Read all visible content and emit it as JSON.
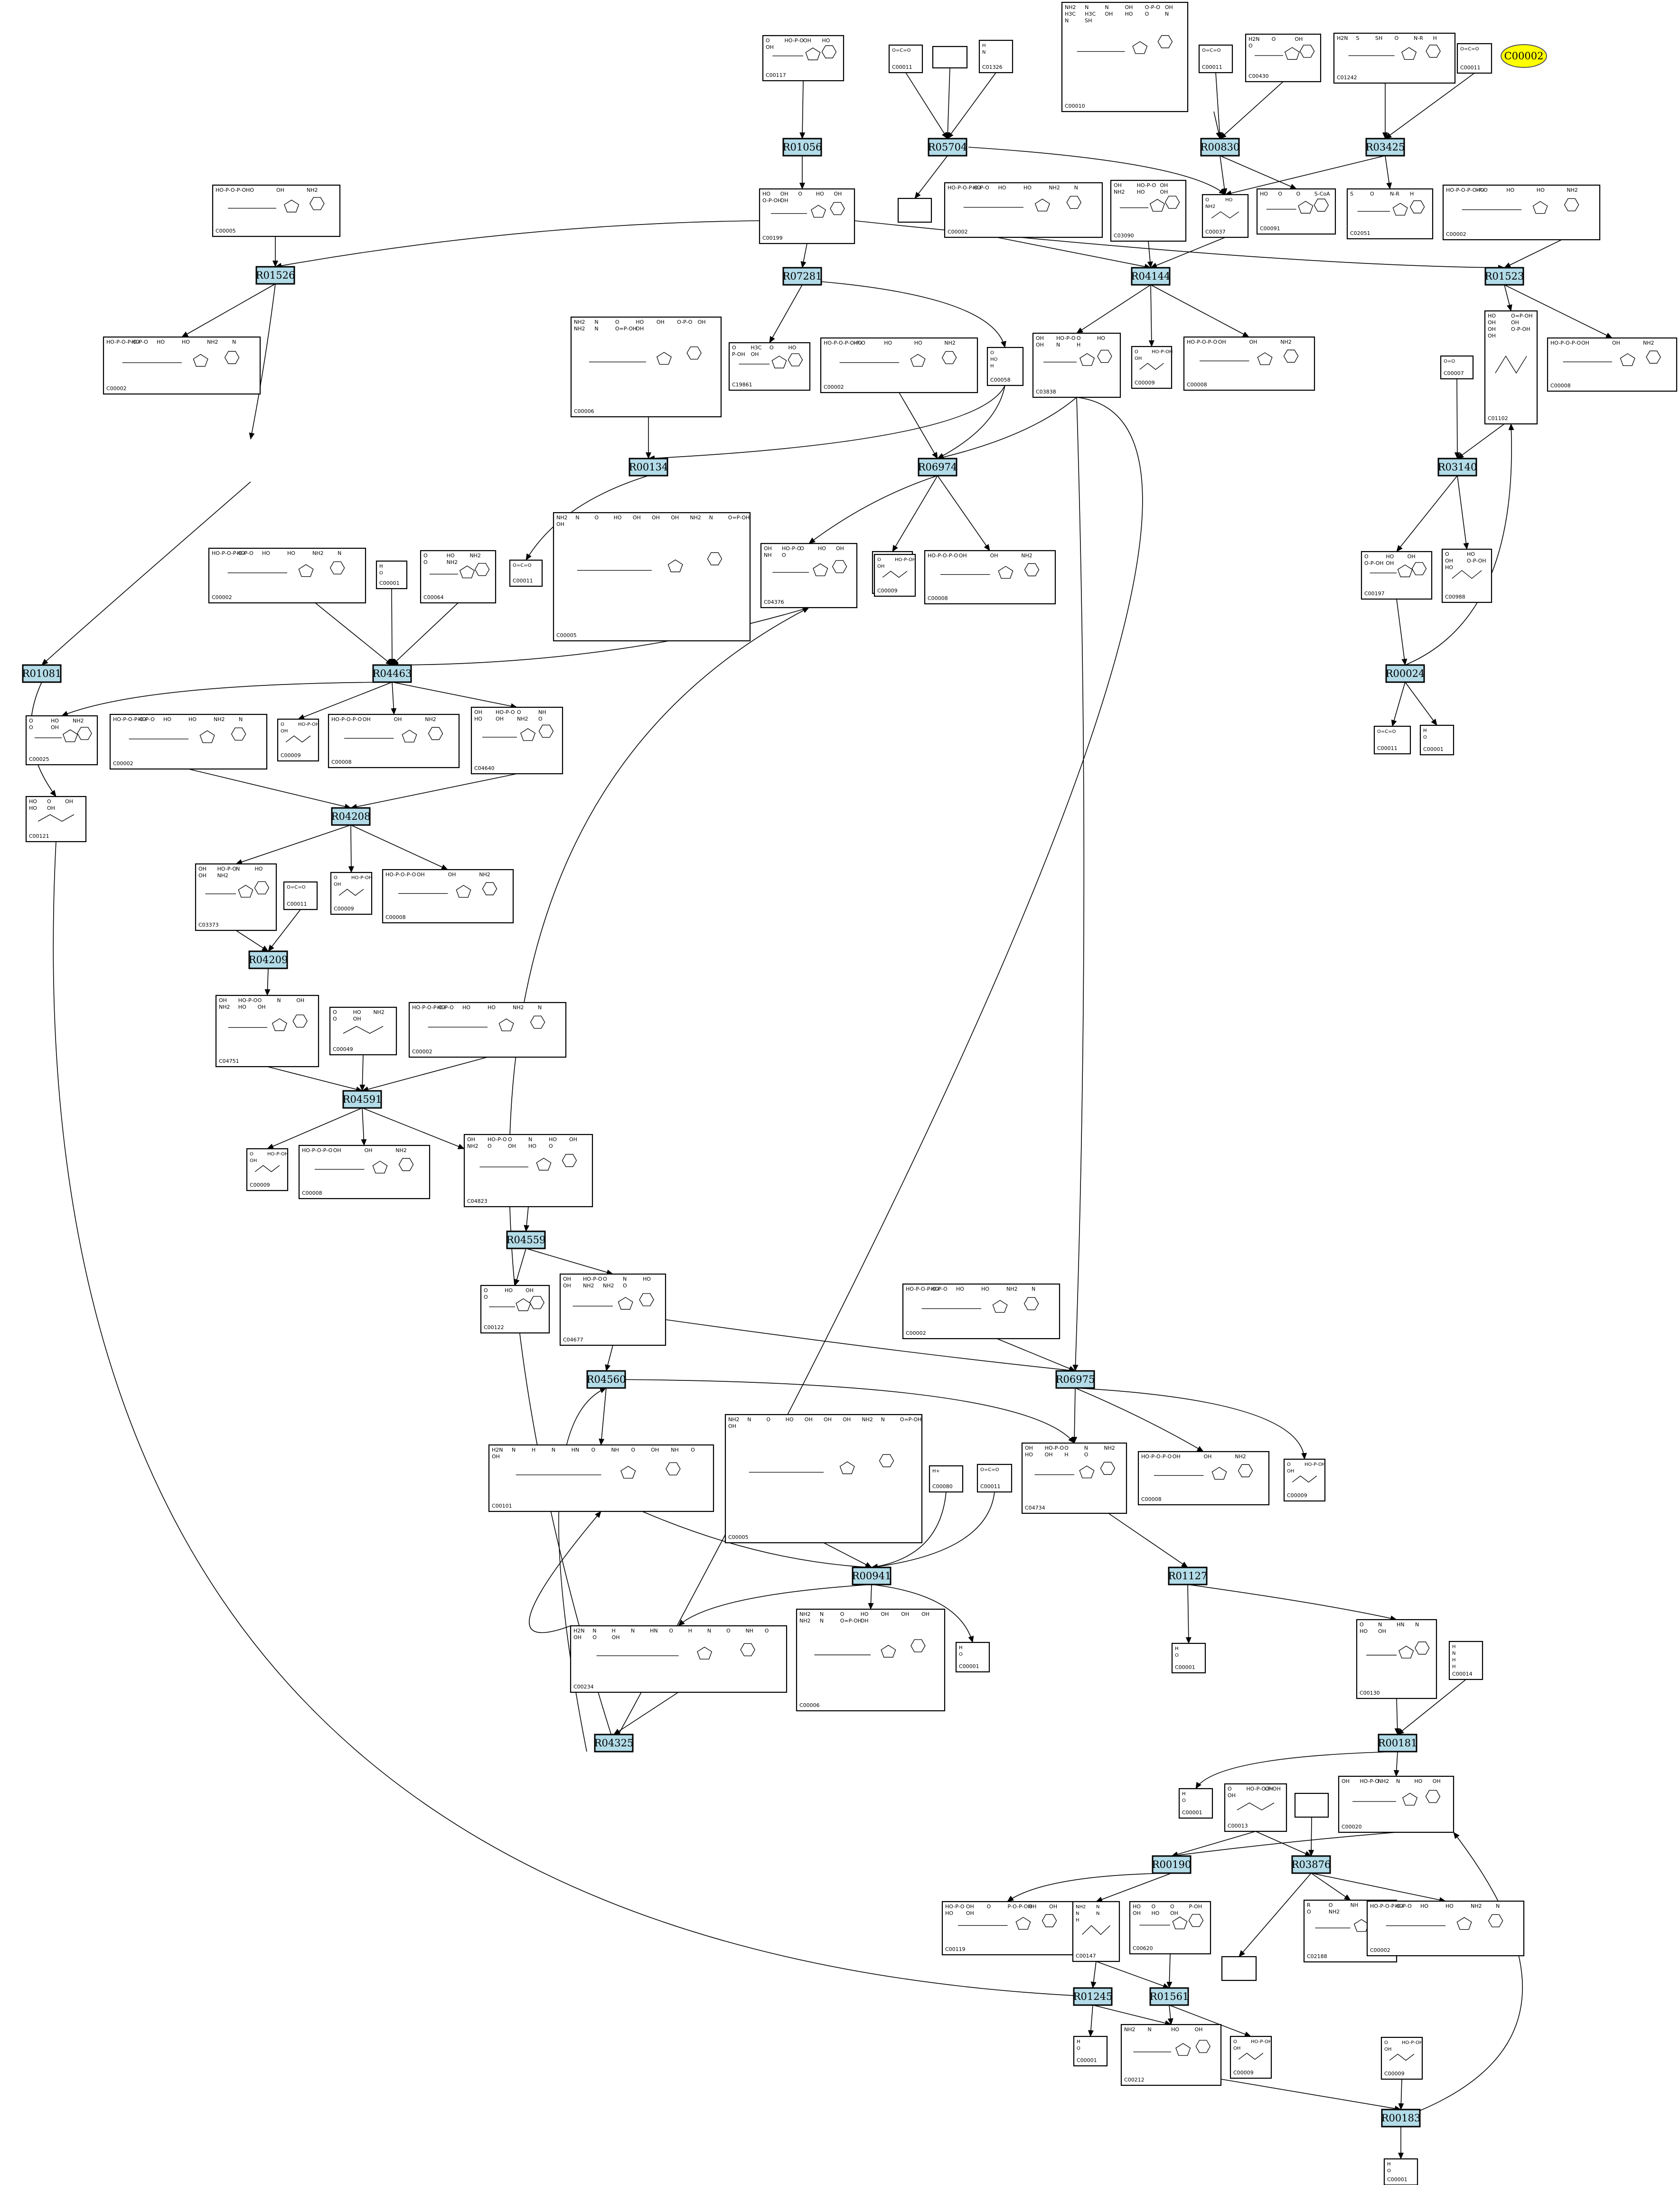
{
  "highlight": {
    "id": "C00002",
    "color": "#ffff00"
  },
  "colors": {
    "reaction_fill": "#b3dce8",
    "edge": "#000000"
  },
  "reactions": [
    {
      "id": "R01056"
    },
    {
      "id": "R05704"
    },
    {
      "id": "R00830"
    },
    {
      "id": "R03425"
    },
    {
      "id": "R01526"
    },
    {
      "id": "R07281"
    },
    {
      "id": "R04144"
    },
    {
      "id": "R01523"
    },
    {
      "id": "R00134"
    },
    {
      "id": "R06974"
    },
    {
      "id": "R03140"
    },
    {
      "id": "R01081"
    },
    {
      "id": "R04463"
    },
    {
      "id": "R00024"
    },
    {
      "id": "R04208"
    },
    {
      "id": "R04209"
    },
    {
      "id": "R04591"
    },
    {
      "id": "R04559"
    },
    {
      "id": "R04560"
    },
    {
      "id": "R06975"
    },
    {
      "id": "R00941"
    },
    {
      "id": "R01127"
    },
    {
      "id": "R04325"
    },
    {
      "id": "R00181"
    },
    {
      "id": "R00190"
    },
    {
      "id": "R03876"
    },
    {
      "id": "R01245"
    },
    {
      "id": "R01561"
    },
    {
      "id": "R00183"
    }
  ],
  "compounds": [
    {
      "key": "c00117",
      "id": "C00117"
    },
    {
      "key": "c00011a",
      "id": "C00011"
    },
    {
      "key": "blank1",
      "id": ""
    },
    {
      "key": "c01326",
      "id": "C01326"
    },
    {
      "key": "c00010",
      "id": "C00010"
    },
    {
      "key": "c00011b",
      "id": "C00011"
    },
    {
      "key": "c00430",
      "id": "C00430"
    },
    {
      "key": "c01242",
      "id": "C01242"
    },
    {
      "key": "c00011c",
      "id": "C00011"
    },
    {
      "key": "c00005",
      "id": "C00005"
    },
    {
      "key": "c00199",
      "id": "C00199"
    },
    {
      "key": "blank2",
      "id": ""
    },
    {
      "key": "c00002a",
      "id": "C00002"
    },
    {
      "key": "c03090",
      "id": "C03090"
    },
    {
      "key": "c00037",
      "id": "C00037"
    },
    {
      "key": "c00091",
      "id": "C00091"
    },
    {
      "key": "c02051",
      "id": "C02051"
    },
    {
      "key": "c00002b",
      "id": "C00002"
    },
    {
      "key": "c00002c",
      "id": "C00002"
    },
    {
      "key": "c00006a",
      "id": "C00006"
    },
    {
      "key": "c19861",
      "id": "C19861"
    },
    {
      "key": "c00002d",
      "id": "C00002"
    },
    {
      "key": "c00058",
      "id": "C00058"
    },
    {
      "key": "c03838",
      "id": "C03838"
    },
    {
      "key": "c00009a",
      "id": "C00009"
    },
    {
      "key": "c00008a",
      "id": "C00008"
    },
    {
      "key": "c01102",
      "id": "C01102"
    },
    {
      "key": "c00008b",
      "id": "C00008"
    },
    {
      "key": "c00007",
      "id": "C00007"
    },
    {
      "key": "c00009b",
      "id": "C00009"
    },
    {
      "key": "c00005b",
      "id": "C00005"
    },
    {
      "key": "c00011d",
      "id": "C00011"
    },
    {
      "key": "c04376",
      "id": "C04376"
    },
    {
      "key": "c00009c",
      "id": "C00009"
    },
    {
      "key": "c00008c",
      "id": "C00008"
    },
    {
      "key": "c00197",
      "id": "C00197"
    },
    {
      "key": "c00988",
      "id": "C00988"
    },
    {
      "key": "c00002e",
      "id": "C00002"
    },
    {
      "key": "c00001a",
      "id": "C00001"
    },
    {
      "key": "c00064",
      "id": "C00064"
    },
    {
      "key": "c00025",
      "id": "C00025"
    },
    {
      "key": "c00002f",
      "id": "C00002"
    },
    {
      "key": "c00009d",
      "id": "C00009"
    },
    {
      "key": "c00008d",
      "id": "C00008"
    },
    {
      "key": "c04640",
      "id": "C04640"
    },
    {
      "key": "c00011e",
      "id": "C00011"
    },
    {
      "key": "c00001b",
      "id": "C00001"
    },
    {
      "key": "c00121",
      "id": "C00121"
    },
    {
      "key": "c03373",
      "id": "C03373"
    },
    {
      "key": "c00011f",
      "id": "C00011"
    },
    {
      "key": "c00009e",
      "id": "C00009"
    },
    {
      "key": "c00008e",
      "id": "C00008"
    },
    {
      "key": "c04751",
      "id": "C04751"
    },
    {
      "key": "c00049",
      "id": "C00049"
    },
    {
      "key": "c00002g",
      "id": "C00002"
    },
    {
      "key": "c00009f",
      "id": "C00009"
    },
    {
      "key": "c00008f",
      "id": "C00008"
    },
    {
      "key": "c04823",
      "id": "C04823"
    },
    {
      "key": "c00122",
      "id": "C00122"
    },
    {
      "key": "c04677",
      "id": "C04677"
    },
    {
      "key": "c00002h",
      "id": "C00002"
    },
    {
      "key": "c00101",
      "id": "C00101"
    },
    {
      "key": "c00005c",
      "id": "C00005"
    },
    {
      "key": "c00080",
      "id": "C00080"
    },
    {
      "key": "c00011g",
      "id": "C00011"
    },
    {
      "key": "c04734",
      "id": "C04734"
    },
    {
      "key": "c00008g",
      "id": "C00008"
    },
    {
      "key": "c00009g",
      "id": "C00009"
    },
    {
      "key": "c00234",
      "id": "C00234"
    },
    {
      "key": "c00006b",
      "id": "C00006"
    },
    {
      "key": "c00001c",
      "id": "C00001"
    },
    {
      "key": "c00001d",
      "id": "C00001"
    },
    {
      "key": "c00130",
      "id": "C00130"
    },
    {
      "key": "c00014",
      "id": "C00014"
    },
    {
      "key": "c00001e",
      "id": "C00001"
    },
    {
      "key": "c00013",
      "id": "C00013"
    },
    {
      "key": "blank3",
      "id": ""
    },
    {
      "key": "c00020",
      "id": "C00020"
    },
    {
      "key": "c00119",
      "id": "C00119"
    },
    {
      "key": "c00147",
      "id": "C00147"
    },
    {
      "key": "c00620",
      "id": "C00620"
    },
    {
      "key": "blank4",
      "id": ""
    },
    {
      "key": "c02188",
      "id": "C02188"
    },
    {
      "key": "c00002i",
      "id": "C00002"
    },
    {
      "key": "c00001f",
      "id": "C00001"
    },
    {
      "key": "c00212",
      "id": "C00212"
    },
    {
      "key": "c00009h",
      "id": "C00009"
    },
    {
      "key": "c00009i",
      "id": "C00009"
    },
    {
      "key": "c00001g",
      "id": "C00001"
    }
  ],
  "structure_labels": {
    "c00117": [
      "O",
      "HO-P-O",
      "OH",
      "HO",
      "OH"
    ],
    "c00011a": [
      "O=C=O"
    ],
    "c01326": [
      "H",
      "N"
    ],
    "c00010": [
      "NH2",
      "N",
      "N",
      "OH",
      "O-P-O",
      "OH",
      "H3C",
      "H3C",
      "OH",
      "HO",
      "O",
      "N",
      "N",
      "SH"
    ],
    "c00011b": [
      "O=C=O"
    ],
    "c00430": [
      "H2N",
      "O",
      "OH",
      "O"
    ],
    "c01242": [
      "H2N",
      "S",
      "SH",
      "O",
      "N-R",
      "H"
    ],
    "c00011c": [
      "O=C=O"
    ],
    "c00005": [
      "HO-P-O-P-O",
      "HO",
      "OH",
      "NH2"
    ],
    "c00199": [
      "HO",
      "OH",
      "O",
      "HO",
      "OH",
      "O-P-OH",
      "OH"
    ],
    "c00002a": [
      "HO-P-O-P-O-P-O",
      "HO",
      "HO",
      "HO",
      "NH2",
      "N"
    ],
    "c03090": [
      "OH",
      "HO-P-O",
      "OH",
      "NH2",
      "HO",
      "OH"
    ],
    "c00037": [
      "O",
      "HO",
      "NH2"
    ],
    "c00091": [
      "HO",
      "O",
      "O",
      "S-CoA"
    ],
    "c02051": [
      "S",
      "O",
      "N-R",
      "H"
    ],
    "c00002b": [
      "HO-P-O-P-O-P-O",
      "HO",
      "HO",
      "HO",
      "NH2"
    ],
    "c00002c": [
      "HO-P-O-P-O-P-O",
      "HO",
      "HO",
      "HO",
      "NH2",
      "N"
    ],
    "c00006a": [
      "NH2",
      "N",
      "O",
      "HO",
      "OH",
      "O-P-O",
      "OH",
      "NH2",
      "N",
      "O=P-OH",
      "OH"
    ],
    "c19861": [
      "O",
      "H3C",
      "O",
      "HO",
      "P-OH",
      "OH"
    ],
    "c00002d": [
      "HO-P-O-P-O-P-O",
      "HO",
      "HO",
      "HO",
      "NH2"
    ],
    "c00058": [
      "O",
      "HO",
      "H"
    ],
    "c03838": [
      "OH",
      "HO-P-O",
      "O",
      "HO",
      "OH",
      "N",
      "H"
    ],
    "c00009a": [
      "O",
      "HO-P-OH",
      "OH"
    ],
    "c00008a": [
      "HO-P-O-P-O",
      "OH",
      "OH",
      "NH2"
    ],
    "c01102": [
      "HO",
      "O=P-OH",
      "OH",
      "OH",
      "OH",
      "O-P-OH",
      "OH"
    ],
    "c00008b": [
      "HO-P-O-P-O",
      "OH",
      "OH",
      "NH2"
    ],
    "c00007": [
      "O=O"
    ],
    "c00009b": [
      "O",
      "HO-P-OH",
      "OH"
    ],
    "c00005b": [
      "NH2",
      "N",
      "O",
      "HO",
      "OH",
      "OH",
      "OH",
      "NH2",
      "N",
      "O=P-OH",
      "OH"
    ],
    "c00011d": [
      "O=C=O"
    ],
    "c04376": [
      "OH",
      "HO-P-O",
      "O",
      "HO",
      "OH",
      "NH",
      "O"
    ],
    "c00009c": [
      "O",
      "HO-P-OH",
      "OH"
    ],
    "c00008c": [
      "HO-P-O-P-O",
      "OH",
      "OH",
      "NH2"
    ],
    "c00197": [
      "O",
      "HO",
      "OH",
      "O-P-OH",
      "OH"
    ],
    "c00988": [
      "O",
      "HO",
      "OH",
      "O-P-OH",
      "HO"
    ],
    "c00002e": [
      "HO-P-O-P-O-P-O",
      "HO",
      "HO",
      "HO",
      "NH2",
      "N"
    ],
    "c00001a": [
      "H",
      "O",
      "H"
    ],
    "c00064": [
      "O",
      "HO",
      "NH2",
      "O",
      "NH2"
    ],
    "c00025": [
      "O",
      "HO",
      "NH2",
      "O",
      "OH"
    ],
    "c00002f": [
      "HO-P-O-P-O-P-O",
      "HO",
      "HO",
      "HO",
      "NH2",
      "N"
    ],
    "c00009d": [
      "O",
      "HO-P-OH",
      "OH"
    ],
    "c00008d": [
      "HO-P-O-P-O",
      "OH",
      "OH",
      "NH2"
    ],
    "c04640": [
      "OH",
      "HO-P-O",
      "O",
      "NH",
      "HO",
      "OH",
      "NH2",
      "O"
    ],
    "c00011e": [
      "O=C=O"
    ],
    "c00001b": [
      "H",
      "O",
      "H"
    ],
    "c00121": [
      "HO",
      "O",
      "OH",
      "HO",
      "OH"
    ],
    "c03373": [
      "OH",
      "HO-P-O",
      "N",
      "HO",
      "OH",
      "NH2"
    ],
    "c00011f": [
      "O=C=O"
    ],
    "c00009e": [
      "O",
      "HO-P-OH",
      "OH"
    ],
    "c00008e": [
      "HO-P-O-P-O",
      "OH",
      "OH",
      "NH2"
    ],
    "c04751": [
      "OH",
      "HO-P-O",
      "O",
      "N",
      "OH",
      "NH2",
      "HO",
      "OH"
    ],
    "c00049": [
      "O",
      "HO",
      "NH2",
      "O",
      "OH"
    ],
    "c00002g": [
      "HO-P-O-P-O-P-O",
      "HO",
      "HO",
      "HO",
      "NH2",
      "N"
    ],
    "c00009f": [
      "O",
      "HO-P-OH",
      "OH"
    ],
    "c00008f": [
      "HO-P-O-P-O",
      "OH",
      "OH",
      "NH2"
    ],
    "c04823": [
      "OH",
      "HO-P-O",
      "O",
      "N",
      "HO",
      "OH",
      "NH2",
      "O",
      "OH",
      "HO",
      "O"
    ],
    "c00122": [
      "O",
      "HO",
      "OH",
      "O"
    ],
    "c04677": [
      "OH",
      "HO-P-O",
      "O",
      "N",
      "HO",
      "OH",
      "NH2",
      "NH2",
      "O"
    ],
    "c00002h": [
      "HO-P-O-P-O-P-O",
      "HO",
      "HO",
      "HO",
      "NH2",
      "N"
    ],
    "c00101": [
      "H2N",
      "N",
      "H",
      "N",
      "HN",
      "O",
      "NH",
      "O",
      "OH",
      "NH",
      "O",
      "OH"
    ],
    "c00005c": [
      "NH2",
      "N",
      "O",
      "HO",
      "OH",
      "OH",
      "OH",
      "NH2",
      "N",
      "O=P-OH",
      "OH"
    ],
    "c00080": [
      "H+"
    ],
    "c00011g": [
      "O=C=O"
    ],
    "c04734": [
      "OH",
      "HO-P-O",
      "O",
      "N",
      "NH2",
      "HO",
      "OH",
      "H",
      "O"
    ],
    "c00008g": [
      "HO-P-O-P-O",
      "OH",
      "OH",
      "NH2"
    ],
    "c00009g": [
      "O",
      "HO-P-OH",
      "OH"
    ],
    "c00234": [
      "H2N",
      "N",
      "H",
      "N",
      "HN",
      "O",
      "H",
      "N",
      "O",
      "NH",
      "O",
      "OH",
      "O",
      "OH"
    ],
    "c00006b": [
      "NH2",
      "N",
      "O",
      "HO",
      "OH",
      "OH",
      "OH",
      "NH2",
      "N",
      "O=P-OH",
      "OH"
    ],
    "c00001c": [
      "H",
      "O",
      "H"
    ],
    "c00001d": [
      "H",
      "O",
      "H"
    ],
    "c00130": [
      "O",
      "N",
      "HN",
      "N",
      "HO",
      "OH"
    ],
    "c00014": [
      "H",
      "N",
      "H",
      "H"
    ],
    "c00001e": [
      "H",
      "O",
      "H"
    ],
    "c00013": [
      "O",
      "HO-P-O-P-OH",
      "OH",
      "OH"
    ],
    "c00020": [
      "OH",
      "HO-P-O",
      "NH2",
      "N",
      "HO",
      "OH"
    ],
    "c00119": [
      "HO-P-O",
      "OH",
      "O",
      "P-O-P-OH",
      "OH",
      "OH",
      "HO",
      "OH"
    ],
    "c00147": [
      "NH2",
      "N",
      "N",
      "N",
      "H"
    ],
    "c00620": [
      "HO",
      "O",
      "O",
      "P-OH",
      "OH",
      "HO",
      "OH"
    ],
    "c02188": [
      "R",
      "O",
      "NH",
      "R'-N",
      "O",
      "NH2"
    ],
    "c00002i": [
      "HO-P-O-P-O-P-O",
      "HO",
      "HO",
      "HO",
      "NH2",
      "N"
    ],
    "c00001f": [
      "H",
      "O",
      "H"
    ],
    "c00212": [
      "NH2",
      "N",
      "HO",
      "OH"
    ],
    "c00009h": [
      "O",
      "HO-P-OH",
      "OH"
    ],
    "c00009i": [
      "O",
      "HO-P-OH",
      "OH"
    ],
    "c00001g": [
      "H",
      "O",
      "H"
    ]
  }
}
